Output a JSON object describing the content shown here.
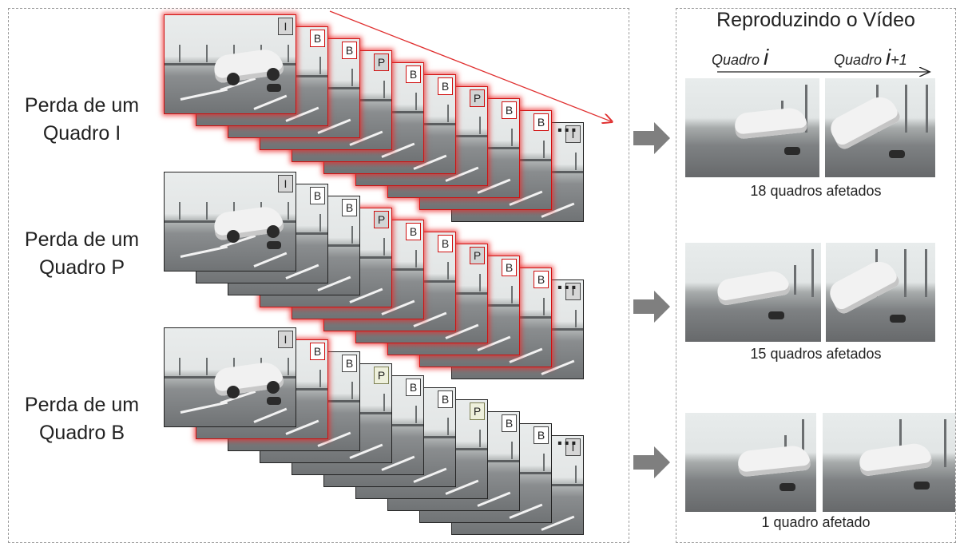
{
  "rows": [
    {
      "label_line1": "Perda de um",
      "label_line2": "Quadro I"
    },
    {
      "label_line1": "Perda de um",
      "label_line2": "Quadro P"
    },
    {
      "label_line1": "Perda de um",
      "label_line2": "Quadro B"
    }
  ],
  "gop_sequence": [
    "I",
    "B",
    "B",
    "P",
    "B",
    "B",
    "P",
    "B",
    "B",
    "I"
  ],
  "ellipsis": "...",
  "playback": {
    "title": "Reproduzindo o Vídeo",
    "frame_i_prefix": "Quadro ",
    "frame_i_var": "i",
    "frame_next_prefix": "Quadro ",
    "frame_next_var": "i",
    "frame_next_suffix": "+1",
    "captions": [
      "18 quadros afetados",
      "15 quadros afetados",
      "1 quadro afetado"
    ]
  },
  "colors": {
    "lost_highlight": "#d01010",
    "arrow": "#7f7f7f"
  }
}
